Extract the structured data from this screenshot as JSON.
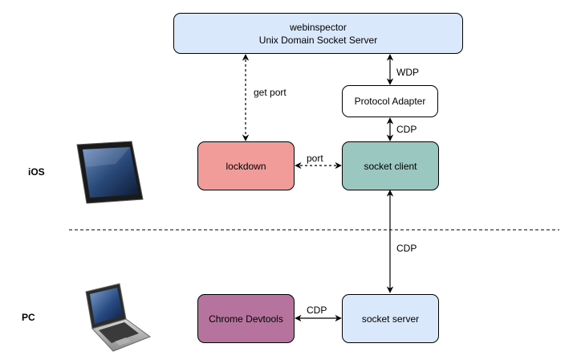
{
  "nodes": {
    "webinspector": {
      "line1": "webinspector",
      "line2": "Unix Domain Socket Server",
      "color": "#dae8fc"
    },
    "protocol_adapter": {
      "label": "Protocol Adapter",
      "color": "#ffffff"
    },
    "lockdown": {
      "label": "lockdown",
      "color": "#f19c99"
    },
    "socket_client": {
      "label": "socket client",
      "color": "#9ac7bf"
    },
    "chrome_devtools": {
      "label": "Chrome Devtools",
      "color": "#b5739d"
    },
    "socket_server": {
      "label": "socket server",
      "color": "#dae8fc"
    }
  },
  "edges": {
    "get_port": "get port",
    "wdp": "WDP",
    "cdp_adapter_client": "CDP",
    "port": "port",
    "cdp_vertical": "CDP",
    "cdp_devtools_server": "CDP"
  },
  "sides": {
    "ios": "iOS",
    "pc": "PC"
  },
  "devices": {
    "ios": "ipad-icon",
    "pc": "laptop-icon"
  }
}
